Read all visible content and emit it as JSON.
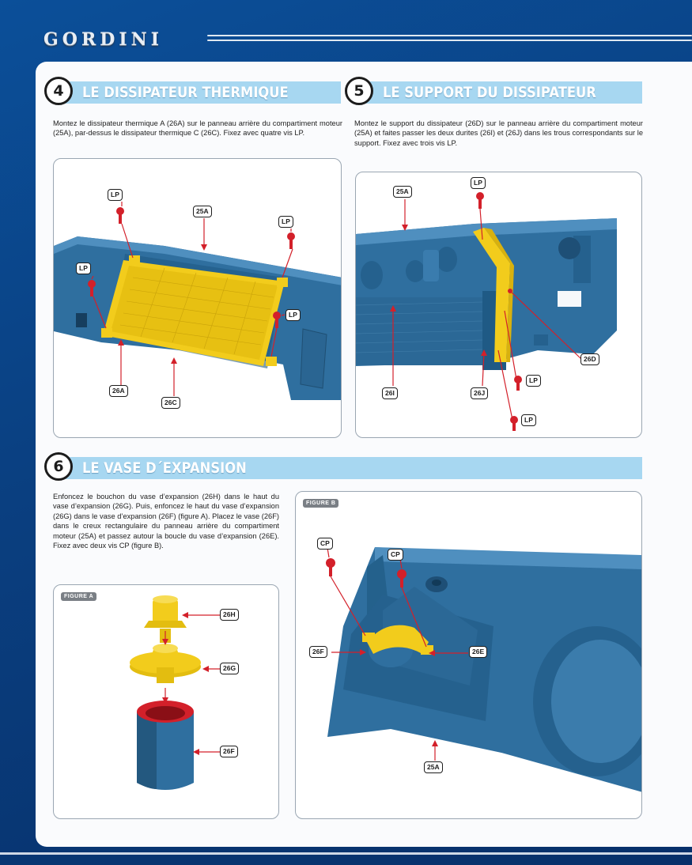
{
  "brand": {
    "name": "GORDINI"
  },
  "steps": [
    {
      "number": "4",
      "title": "LE DISSIPATEUR THERMIQUE",
      "text": "Montez le dissipateur thermique A (26A) sur le panneau arrière du compartiment moteur (25A), par-dessus le dissipateur thermique C (26C). Fixez avec quatre vis LP.",
      "labels": [
        "LP",
        "25A",
        "LP",
        "LP",
        "LP",
        "26A",
        "26C"
      ]
    },
    {
      "number": "5",
      "title": "LE SUPPORT DU DISSIPATEUR",
      "text": "Montez le support du dissipateur (26D) sur le panneau arrière du compartiment moteur (25A) et faites passer les deux durites (26I) et (26J) dans les trous correspondants sur le support. Fixez avec trois vis LP.",
      "labels": [
        "25A",
        "LP",
        "26D",
        "LP",
        "26I",
        "26J",
        "LP"
      ]
    },
    {
      "number": "6",
      "title": "LE VASE D´EXPANSION",
      "text": "Enfoncez le bouchon du vase d’expansion (26H) dans le haut du vase d’expansion (26G). Puis, enfoncez le haut du vase d’expansion (26G) dans le vase d’expansion (26F) (figure A). Placez le vase (26F) dans le creux rectangulaire du panneau arrière du compartiment moteur (25A) et passez autour la boucle du vase d’expansion (26E). Fixez avec deux vis CP (figure B).",
      "figure_a": {
        "tag": "FIGURE A",
        "labels": [
          "26H",
          "26G",
          "26F"
        ]
      },
      "figure_b": {
        "tag": "FIGURE B",
        "labels": [
          "CP",
          "CP",
          "26F",
          "26E",
          "25A"
        ]
      }
    }
  ],
  "colors": {
    "part_blue": "#2f6f9f",
    "part_yellow": "#f2cc1c",
    "screw_red": "#d3202a",
    "band": "#a7d7f1"
  }
}
